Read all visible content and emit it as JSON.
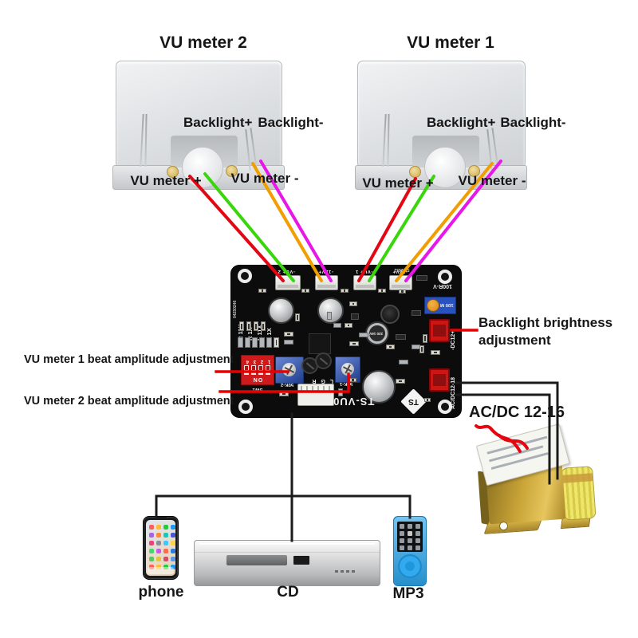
{
  "colors": {
    "wire_red": "#e30613",
    "wire_green": "#38d60a",
    "wire_orange": "#f09e00",
    "wire_magenta": "#e816e8",
    "annotation_red": "#e60000",
    "line_black": "#1b1b1b",
    "pcb_black": "#0c0c0c",
    "dip_red": "#ce1a1a",
    "connector_red": "#cc1515",
    "trimmer_blue": "#2a52be",
    "mp3_blue": "#2ba3e8",
    "transformer_gold": "#c9a437"
  },
  "meters": {
    "meter2": {
      "title": "VU meter 2"
    },
    "meter1": {
      "title": "VU meter 1"
    },
    "shared": {
      "backlight_plus": "Backlight+",
      "backlight_minus": "Backlight-",
      "vu_plus": "VU meter +",
      "vu_minus": "VU meter -"
    }
  },
  "annotations": {
    "beat1": "VU meter 1 beat amplitude adjustment",
    "beat2": "VU meter 2 beat amplitude adjustment",
    "backlight_line1": "Backlight brightness",
    "backlight_line2": "adjustment",
    "transformer": "AC/DC 12-16"
  },
  "devices": {
    "phone_label": "phone",
    "cd_label": "CD",
    "mp3_label": "MP3"
  },
  "board": {
    "model": "TS-VU003",
    "logo": "TS",
    "connector_labels": {
      "c1": "-VU+ 2",
      "c2": "-12V+",
      "c3": "-VU+ 1",
      "c4": "-12V+"
    },
    "gain_labels": {
      "g1": "R 11X",
      "g2": "R 1X",
      "g3": "L 11X",
      "g4": "L 1X"
    },
    "dip": {
      "on": "ON",
      "numbers": "1 2 3 4",
      "name": "SW1"
    },
    "trimmer1": "50K-2",
    "trimmer2": "50K-1",
    "brightness_pot": "100 M",
    "dc_out_label": "-DC12+",
    "ac_in_label": "AC/DC12-18",
    "audio_pins": "L G R",
    "cap_value": "220 16V",
    "corner_label": "100R-V",
    "edge_code": "04250246",
    "top_code": "SL-2651"
  }
}
